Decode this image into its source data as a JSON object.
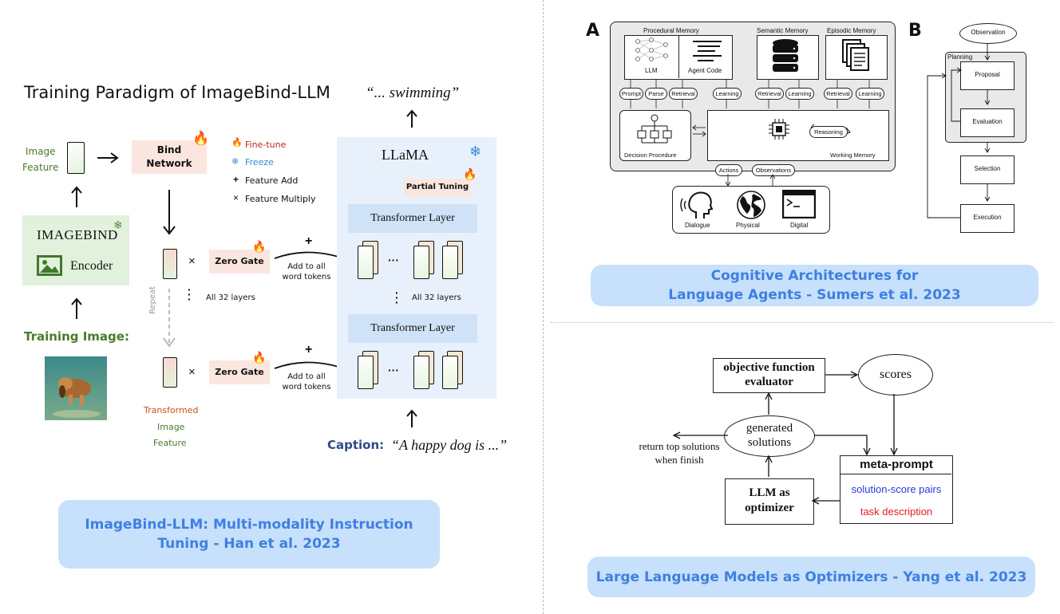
{
  "left": {
    "title": "Training Paradigm of ImageBind-LLM",
    "output_text": "“... swimming”",
    "image_feature_label": "Image\nFeature",
    "bind_network_label": "Bind\nNetwork",
    "legend": {
      "fine_tune": "Fine-tune",
      "freeze": "Freeze",
      "feature_add": "Feature Add",
      "feature_multiply": "Feature Multiply"
    },
    "imagebind_label": "IMAGEBIND",
    "encoder_label": "Encoder",
    "training_image_label": "Training Image:",
    "zero_gate_1": "Zero Gate",
    "zero_gate_2": "Zero Gate",
    "add_to_all_1": "Add to all\nword tokens",
    "add_to_all_2": "Add to all\nword tokens",
    "all_32_layers_left": "All 32 layers",
    "all_32_layers_right": "All 32 layers",
    "repeat_label": "Repeat",
    "llama_label": "LLaMA",
    "partial_tuning_label": "Partial Tuning",
    "transformer_layer_1": "Transformer Layer",
    "transformer_layer_2": "Transformer Layer",
    "transformed_line1": "Transformed",
    "transformed_line2": "Image",
    "transformed_line3": "Feature",
    "caption_label": "Caption:",
    "caption_text": "“A happy dog is ...”",
    "multiply_sign": "×",
    "plus_sign": "+",
    "ellipsis": "···",
    "paper_caption": "ImageBind-LLM: Multi-modality Instruction\nTuning - Han et al. 2023"
  },
  "right_top": {
    "label_a": "A",
    "label_b": "B",
    "procedural_memory": "Procedural Memory",
    "semantic_memory": "Semantic Memory",
    "episodic_memory": "Episodic Memory",
    "llm": "LLM",
    "agent_code": "Agent Code",
    "pills": [
      "Prompt",
      "Parse",
      "Retrieval",
      "Learning",
      "Retrieval",
      "Learning",
      "Retrieval",
      "Learning"
    ],
    "decision_procedure": "Decision Procedure",
    "reasoning": "Reasoning",
    "working_memory": "Working Memory",
    "actions": "Actions",
    "observations": "Observations",
    "dialogue": "Dialogue",
    "physical": "Physical",
    "digital": "Digital",
    "b_observation": "Observation",
    "b_planning": "Planning",
    "b_proposal": "Proposal",
    "b_evaluation": "Evaluation",
    "b_selection": "Selection",
    "b_execution": "Execution",
    "paper_caption": "Cognitive Architectures for\nLanguage Agents - Sumers et al. 2023"
  },
  "right_bottom": {
    "objective_function": "objective function\nevaluator",
    "scores": "scores",
    "generated_solutions": "generated\nsolutions",
    "return_top": "return top solutions\nwhen finish",
    "meta_prompt": "meta-prompt",
    "solution_score_pairs": "solution-score pairs",
    "task_description": "task description",
    "llm_optimizer": "LLM as\noptimizer",
    "paper_caption": "Large Language Models as Optimizers - Yang et al. 2023"
  },
  "colors": {
    "caption_bg": "#c7e0fb",
    "caption_text": "#3f7fe0",
    "fire": "#e2231a",
    "freeze": "#3b86d8",
    "green_label": "#4a7a2a",
    "orange_label": "#c8541b",
    "llama_bg": "#e8f1fb",
    "layer_bg": "#cfe2f7",
    "imagebind_bg": "#e2f1dc",
    "caption_dark": "#2e4a8a",
    "meta_blue": "#2a3ad8",
    "meta_red": "#e32020"
  }
}
